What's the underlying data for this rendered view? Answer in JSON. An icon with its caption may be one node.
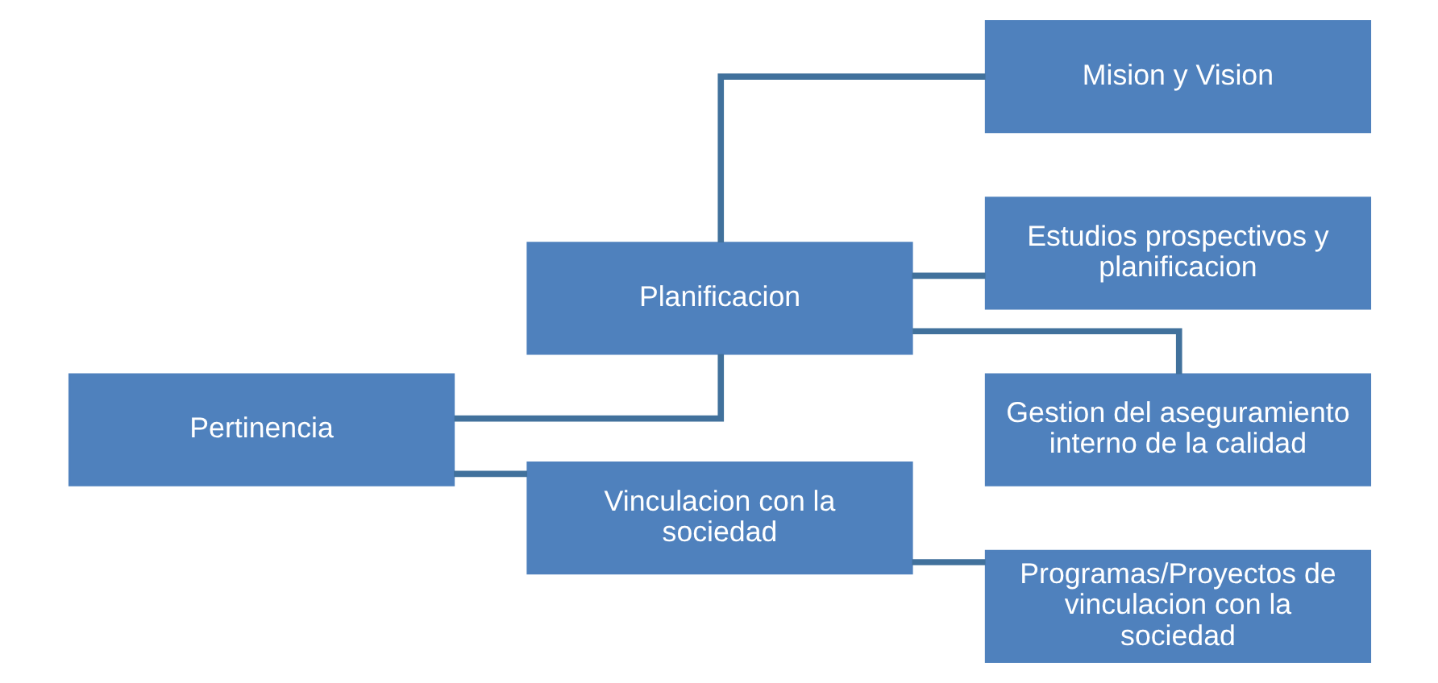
{
  "diagram": {
    "nodes": [
      {
        "text": [
          "Pertinencia"
        ]
      },
      {
        "text": [
          "Planificacion"
        ]
      },
      {
        "text": [
          "Vinculacion con la sociedad"
        ]
      },
      {
        "text": [
          "Mision y Vision"
        ]
      },
      {
        "text": [
          "Estudios prospectivos y planificacion"
        ]
      },
      {
        "text": [
          "Gestion del aseguramiento interno de la calidad"
        ]
      },
      {
        "text": [
          "Programas/Proyectos de vinculacion con la sociedad"
        ]
      }
    ],
    "edges": [
      {
        "from": 0,
        "to": 1,
        "arrow": "none"
      },
      {
        "from": 0,
        "to": 2,
        "arrow": "none"
      },
      {
        "from": 1,
        "to": 3,
        "arrow": "none"
      },
      {
        "from": 1,
        "to": 4,
        "arrow": "none"
      },
      {
        "from": 1,
        "to": 5,
        "arrow": "none"
      },
      {
        "from": 2,
        "to": 6,
        "arrow": "none"
      }
    ]
  }
}
